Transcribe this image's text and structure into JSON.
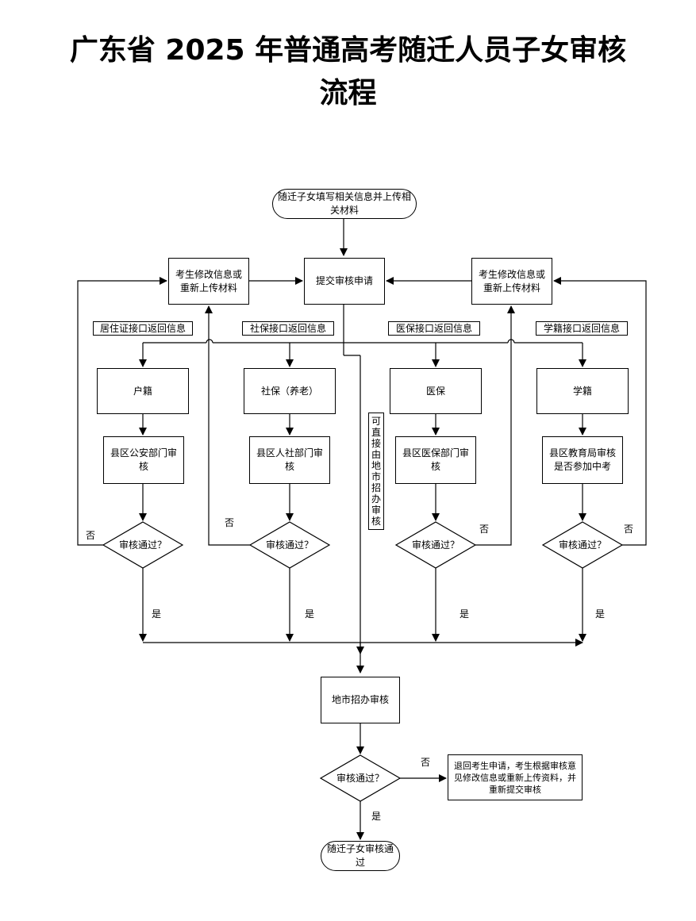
{
  "title": {
    "line1": "广东省 2025 年普通高考随迁人员子女审核",
    "line2": "流程"
  },
  "nodes": {
    "start": "随迁子女填写相关信息并上传相关材料",
    "submit": "提交审核申请",
    "modify_left": "考生修改信息或重新上传材料",
    "modify_right": "考生修改信息或重新上传材料",
    "huji": "户籍",
    "shebao": "社保（养老）",
    "yibao": "医保",
    "xueji": "学籍",
    "gongan": "县区公安部门审核",
    "renshe": "县区人社部门审核",
    "yibao_dept": "县区医保部门审核",
    "jiaoyu": "县区教育局审核是否参加中考",
    "city": "地市招办审核",
    "return": "退回考生申请，考生根据审核意见修改信息或重新上传资料，并重新提交审核",
    "end": "随迁子女审核通过"
  },
  "labels": {
    "juzhu": "居住证接口返回信息",
    "shebao": "社保接口返回信息",
    "yibao": "医保接口返回信息",
    "xueji": "学籍接口返回信息",
    "direct": "可直接由地市招办审核"
  },
  "decisions": {
    "d1": "审核通过？",
    "d2": "审核通过？",
    "d3": "审核通过？",
    "d4": "审核通过？",
    "d5": "审核通过？"
  },
  "answers": {
    "no": "否",
    "yes": "是"
  }
}
